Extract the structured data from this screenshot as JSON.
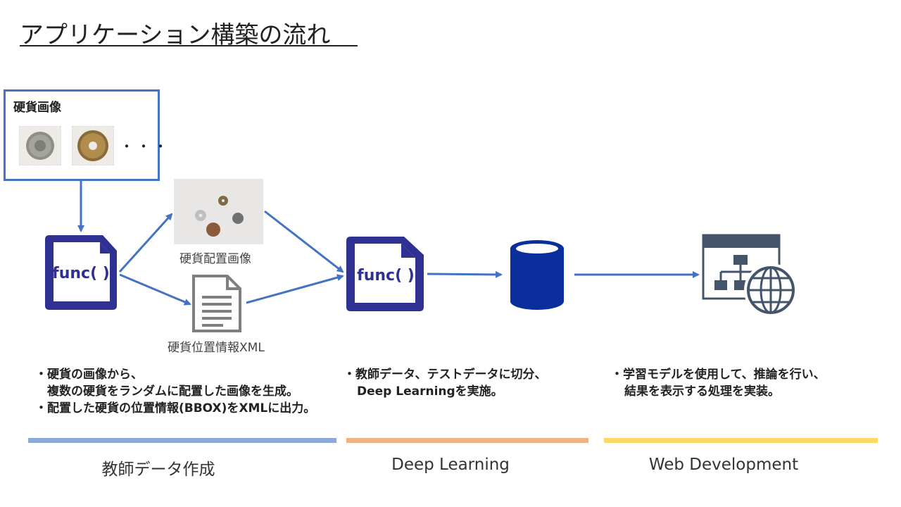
{
  "title": "アプリケーション構築の流れ",
  "coin_box": {
    "label": "硬貨画像",
    "more": "・・・"
  },
  "captions": {
    "arranged_image": "硬貨配置画像",
    "position_xml": "硬貨位置情報XML"
  },
  "func_label": "func( )",
  "descriptions": {
    "step1": [
      "・硬貨の画像から、",
      "複数の硬貨をランダムに配置した画像を生成。",
      "・配置した硬貨の位置情報(BBOX)をXMLに出力。"
    ],
    "step2": [
      "・教師データ、テストデータに切分、",
      "Deep Learningを実施。"
    ],
    "step3": [
      "・学習モデルを使用して、推論を行い、",
      "結果を表示する処理を実装。"
    ]
  },
  "phases": [
    {
      "label": "教師データ作成",
      "color": "#8eaadb"
    },
    {
      "label": "Deep Learning",
      "color": "#f4b183"
    },
    {
      "label": "Web Development",
      "color": "#ffd966"
    }
  ],
  "colors": {
    "accent_blue": "#4472c4",
    "icon_navy": "#2e3192",
    "db_blue": "#0a2f9c",
    "web_slate": "#44546a"
  },
  "icons": [
    "func-document-icon",
    "xml-document-icon",
    "database-icon",
    "web-sitemap-globe-icon"
  ]
}
